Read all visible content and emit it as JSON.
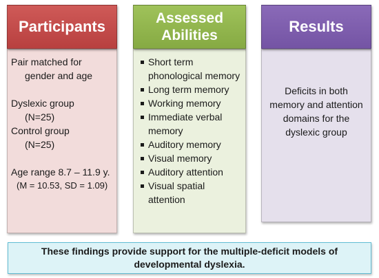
{
  "participants": {
    "title": "Participants",
    "line1a": "Pair matched for",
    "line1b": "gender and age",
    "dyslexic_label": "Dyslexic group",
    "dyslexic_n": "(N=25)",
    "control_label": "Control group",
    "control_n": "(N=25)",
    "age_range": "Age range 8.7 – 11.9 y.",
    "age_stats": "(M = 10.53, SD = 1.09)"
  },
  "abilities": {
    "title_line1": "Assessed",
    "title_line2": "Abilities",
    "items": [
      "Short term phonological memory",
      "Long term memory",
      "Working memory",
      "Immediate verbal memory",
      "Auditory memory",
      "Visual memory",
      "Auditory attention",
      "Visual spatial attention"
    ]
  },
  "results": {
    "title": "Results",
    "text": "Deficits in both memory and attention domains for the dyslexic group"
  },
  "conclusion": "These findings provide support for the multiple-deficit models of developmental dyslexia.",
  "colors": {
    "participants_header": "#c04a48",
    "participants_body": "#f2dcdb",
    "abilities_header": "#92b64e",
    "abilities_body": "#ebf1de",
    "results_header": "#7e5fae",
    "results_body": "#e5e0ec",
    "conclusion_bg": "#ddf3f7",
    "conclusion_border": "#5fbcd3"
  }
}
